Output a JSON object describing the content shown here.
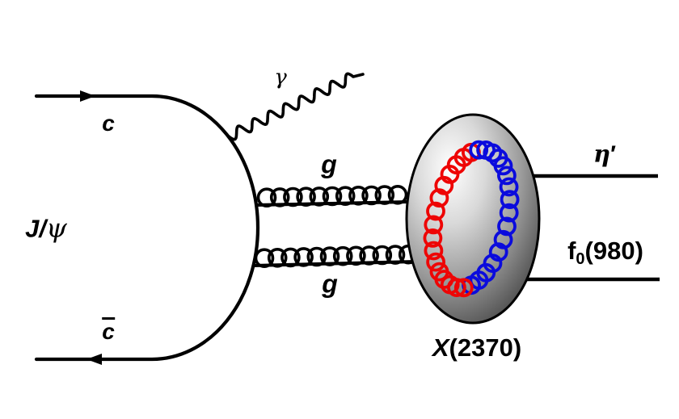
{
  "diagram": "Feynman diagram of J/psi radiative decay via two gluons into the X(2370) glueball candidate decaying to eta-prime and f0(980)",
  "labels": {
    "jpsi_j": "J",
    "jpsi_slash": "/",
    "jpsi_psi": "ψ",
    "c_quark": "c",
    "cbar_quark": "c",
    "photon": "γ",
    "gluon_top": "g",
    "gluon_bottom": "g",
    "eta_base": "η",
    "eta_prime_mark": "′",
    "f0_base": "f",
    "f0_sub": "0",
    "f0_arg": "(980)",
    "x_base": "X",
    "x_arg": "(2370)"
  },
  "colors": {
    "line": "#000000",
    "glueball_red": "#ee0505",
    "glueball_blue": "#0b0bdd",
    "sphere_highlight": "#ffffff",
    "sphere_light": "#d9d9d9",
    "sphere_mid": "#999999",
    "sphere_dark": "#5a5a5a",
    "sphere_edge": "#333333",
    "background": "#ffffff"
  }
}
